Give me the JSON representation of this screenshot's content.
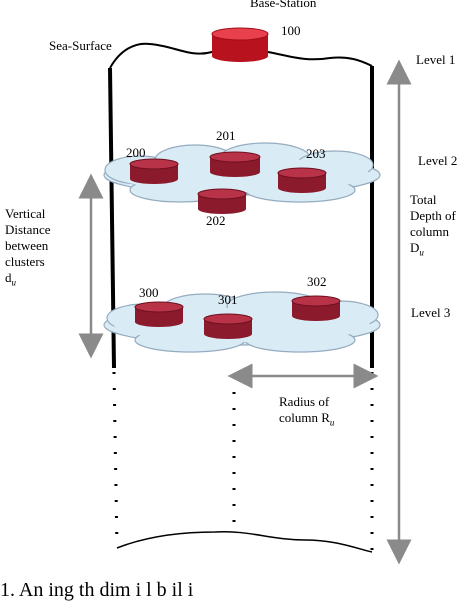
{
  "labels": {
    "base_station": "Base-Station",
    "sea_surface": "Sea-Surface",
    "level1": "Level 1",
    "level2": "Level 2",
    "level3": "Level 3",
    "vertical_distance_lines": [
      "Vertical",
      "Distance",
      "between",
      "clusters",
      "d"
    ],
    "vertical_distance_sub": "u",
    "total_depth_lines": [
      "Total",
      "Depth of",
      "column",
      "D"
    ],
    "total_depth_sub": "u",
    "radius_lines": [
      "Radius of",
      "column R"
    ],
    "radius_sub": "u"
  },
  "nodes": {
    "n100": "100",
    "n200": "200",
    "n201": "201",
    "n202": "202",
    "n203": "203",
    "n300": "300",
    "n301": "301",
    "n302": "302"
  },
  "caption_fragment": "1.  An     ing  th   dim  i    l  b  il  i",
  "colors": {
    "node_top": "#c0374a",
    "node_side": "#8b1a2c",
    "base_station": "#d81e2c",
    "cloud": "#d9ecf6",
    "cloud_stroke": "#95abbf",
    "arrow": "#8a8a8a"
  }
}
